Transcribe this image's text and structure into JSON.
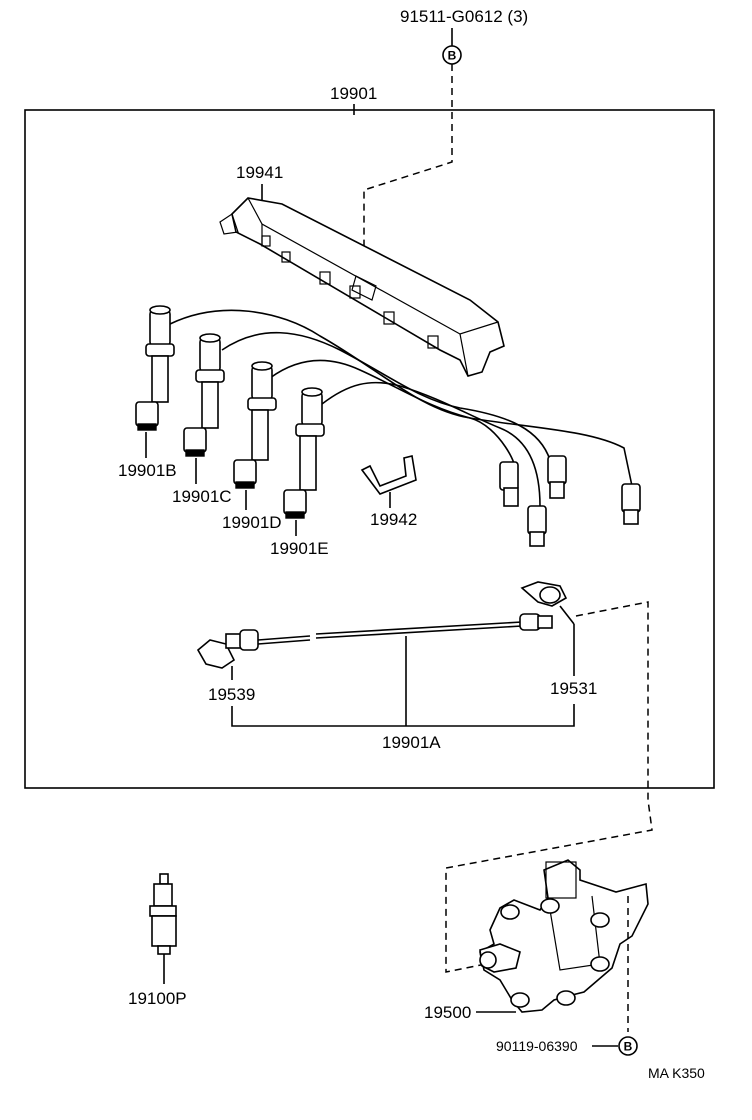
{
  "labels": {
    "top_bolt": "91511-G0612 (3)",
    "top_bolt_ref": "B",
    "assembly": "19901",
    "cover": "19941",
    "wire_b": "19901B",
    "wire_c": "19901C",
    "wire_d": "19901D",
    "wire_e": "19901E",
    "clamp": "19942",
    "boot_left": "19539",
    "boot_right": "19531",
    "wire_a": "19901A",
    "spark_plug": "19100P",
    "coil": "19500",
    "coil_bolt": "90119-06390",
    "coil_bolt_ref": "B",
    "figure_code": "MA K350"
  }
}
